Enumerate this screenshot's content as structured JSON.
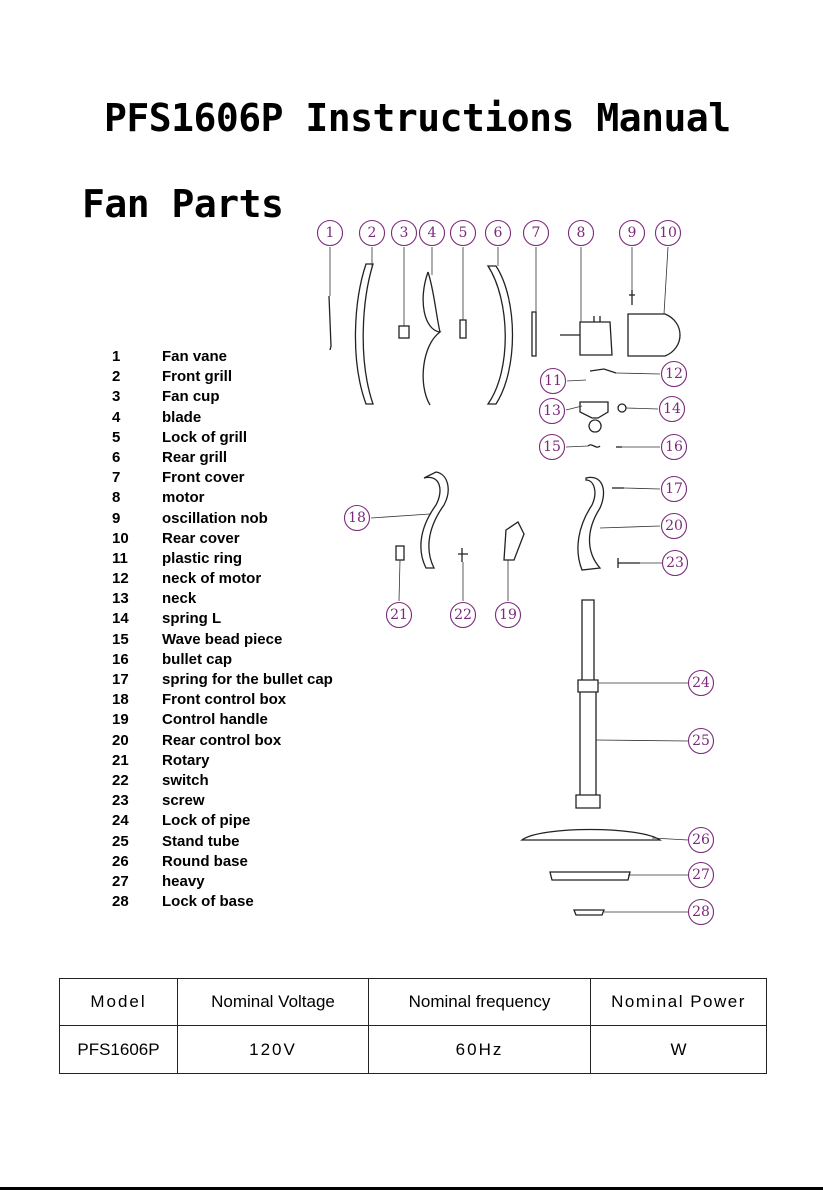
{
  "page": {
    "title": "PFS1606P Instructions Manual",
    "section_title": "Fan Parts"
  },
  "parts": [
    {
      "num": "1",
      "label": "Fan vane"
    },
    {
      "num": "2",
      "label": "Front grill"
    },
    {
      "num": "3",
      "label": "Fan cup"
    },
    {
      "num": "4",
      "label": "blade"
    },
    {
      "num": "5",
      "label": "Lock of grill"
    },
    {
      "num": "6",
      "label": "Rear grill"
    },
    {
      "num": "7",
      "label": "Front cover"
    },
    {
      "num": "8",
      "label": "motor"
    },
    {
      "num": "9",
      "label": "oscillation nob"
    },
    {
      "num": "10",
      "label": "Rear cover"
    },
    {
      "num": "11",
      "label": "plastic ring"
    },
    {
      "num": "12",
      "label": "neck of motor"
    },
    {
      "num": "13",
      "label": "neck"
    },
    {
      "num": "14",
      "label": "spring L"
    },
    {
      "num": "15",
      "label": "Wave bead piece"
    },
    {
      "num": "16",
      "label": "bullet cap"
    },
    {
      "num": "17",
      "label": "spring for the bullet cap"
    },
    {
      "num": "18",
      "label": "Front control box"
    },
    {
      "num": "19",
      "label": "Control handle"
    },
    {
      "num": "20",
      "label": "Rear control box"
    },
    {
      "num": "21",
      "label": "Rotary"
    },
    {
      "num": "22",
      "label": "switch"
    },
    {
      "num": "23",
      "label": "screw"
    },
    {
      "num": "24",
      "label": "Lock of pipe"
    },
    {
      "num": "25",
      "label": "Stand tube"
    },
    {
      "num": "26",
      "label": "Round base"
    },
    {
      "num": "27",
      "label": "heavy"
    },
    {
      "num": "28",
      "label": "Lock of base"
    }
  ],
  "diagram": {
    "callouts": [
      "1",
      "2",
      "3",
      "4",
      "5",
      "6",
      "7",
      "8",
      "9",
      "10",
      "11",
      "12",
      "13",
      "14",
      "15",
      "16",
      "17",
      "18",
      "19",
      "20",
      "21",
      "22",
      "23",
      "24",
      "25",
      "26",
      "27",
      "28"
    ]
  },
  "spec_table": {
    "headers": [
      "Model",
      "Nominal Voltage",
      "Nominal frequency",
      "Nominal Power"
    ],
    "row": [
      "PFS1606P",
      "120V",
      "60Hz",
      "W"
    ]
  }
}
